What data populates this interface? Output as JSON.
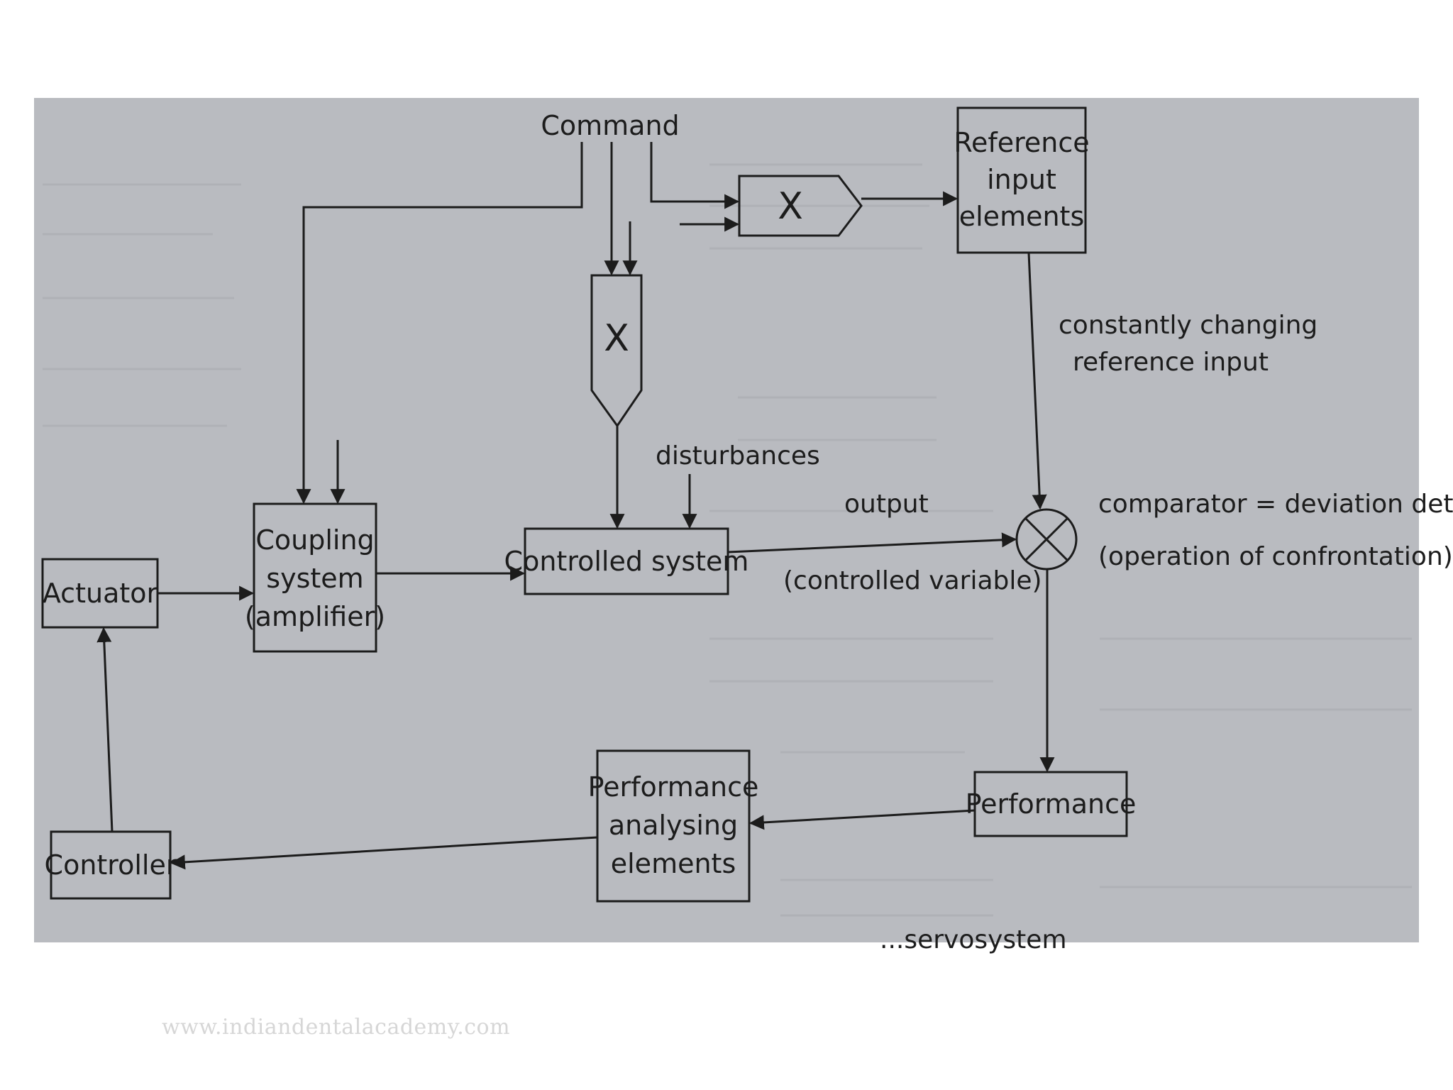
{
  "diagram": {
    "nodes": {
      "command": "Command",
      "reference": [
        "Reference",
        "input",
        "elements"
      ],
      "multiplier_top": "X",
      "multiplier_mid": "X",
      "constantly_changing": [
        "constantly changing",
        "reference input"
      ],
      "disturbances": "disturbances",
      "output": "output",
      "controlled_variable": "(controlled variable)",
      "comparator": [
        "comparator = deviation detector",
        "(operation of confrontation)"
      ],
      "actuator": "Actuator",
      "coupling": [
        "Coupling",
        "system",
        "(amplifier)"
      ],
      "controlled_system": "Controlled system",
      "performance_analysing": [
        "Performance",
        "analysing",
        "elements"
      ],
      "performance": "Performance",
      "controller": "Controller"
    },
    "caption_fragment": "...servosystem"
  },
  "colors": {
    "photo_bg": "#b9bbc0",
    "ink": "#1c1c1c",
    "watermark": "#d6d6d6"
  },
  "watermark": "www.indiandentalacademy.com"
}
